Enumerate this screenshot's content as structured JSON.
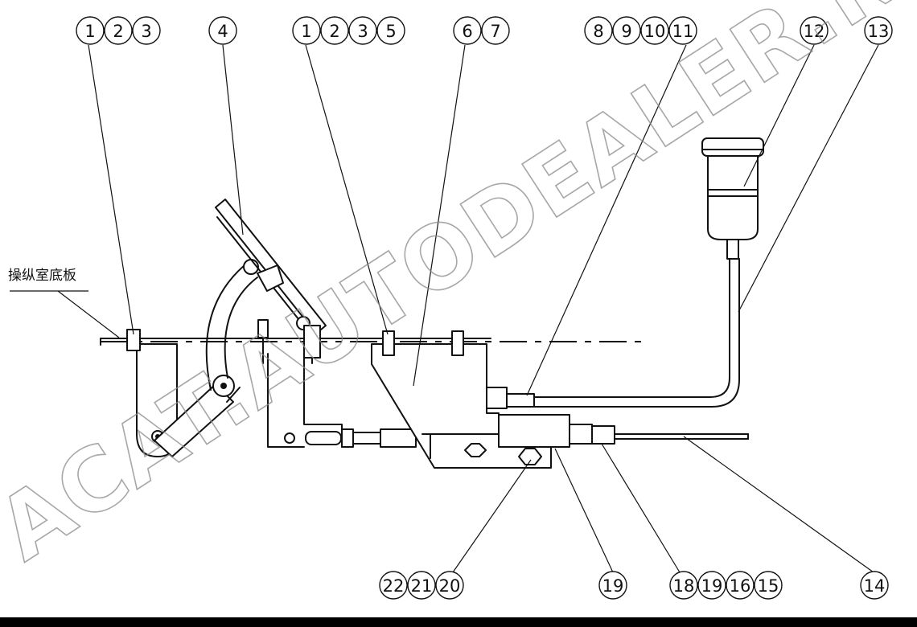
{
  "diagram": {
    "floor_label": "操纵室底板",
    "watermark": "ACAT.AUTODEALER.RU",
    "callouts_top": [
      [
        "1",
        "2",
        "3"
      ],
      [
        "4"
      ],
      [
        "1",
        "2",
        "3",
        "5"
      ],
      [
        "6",
        "7"
      ],
      [
        "8",
        "9",
        "10",
        "11"
      ],
      [
        "12"
      ],
      [
        "13"
      ]
    ],
    "callouts_bottom": [
      [
        "22",
        "21",
        "20"
      ],
      [
        "19"
      ],
      [
        "18",
        "19",
        "16",
        "15"
      ],
      [
        "14"
      ]
    ]
  },
  "colors": {
    "line": "#111111",
    "background": "#ffffff",
    "watermark": "#8a8a8a",
    "footer_bar": "#000000"
  }
}
